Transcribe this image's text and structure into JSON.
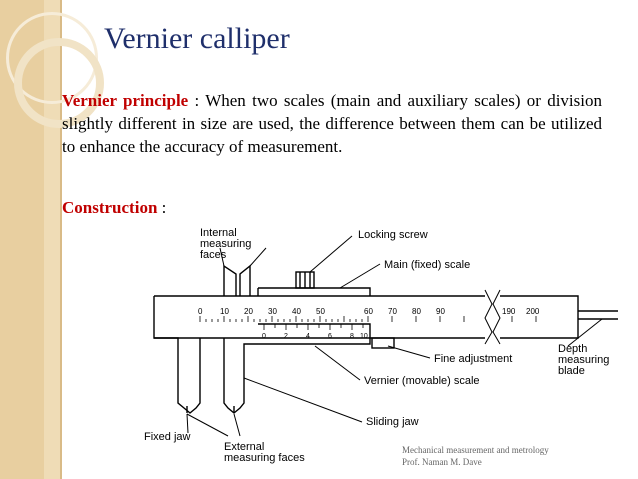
{
  "slide": {
    "title": "Vernier calliper",
    "principle_label": "Vernier principle",
    "principle_text": " : When two scales (main and auxiliary scales) or division slightly different in size are used, the difference between them can be utilized to enhance the accuracy of measurement.",
    "construction_label": "Construction",
    "construction_suffix": " :"
  },
  "diagram": {
    "labels": {
      "internal_faces": [
        "Internal",
        "measuring",
        "faces"
      ],
      "locking_screw": "Locking screw",
      "main_scale": "Main (fixed) scale",
      "fine_adjustment": "Fine adjustment",
      "vernier_scale": "Vernier (movable) scale",
      "depth_blade": [
        "Depth",
        "measuring",
        "blade"
      ],
      "sliding_jaw": "Sliding jaw",
      "fixed_jaw": "Fixed jaw",
      "external_faces": [
        "External",
        "measuring faces"
      ]
    },
    "main_scale_ticks": [
      "0",
      "10",
      "20",
      "30",
      "40",
      "50",
      "60",
      "70",
      "80",
      "90",
      "190",
      "200"
    ],
    "vernier_ticks": [
      "0",
      "2",
      "4",
      "6",
      "8",
      "10"
    ]
  },
  "footer": {
    "line1": "Mechanical measurement and metrology",
    "line2": "Prof. Naman M. Dave"
  },
  "colors": {
    "title": "#1f2f6b",
    "keyword": "#c00000",
    "strip": "#e8cfa0"
  }
}
